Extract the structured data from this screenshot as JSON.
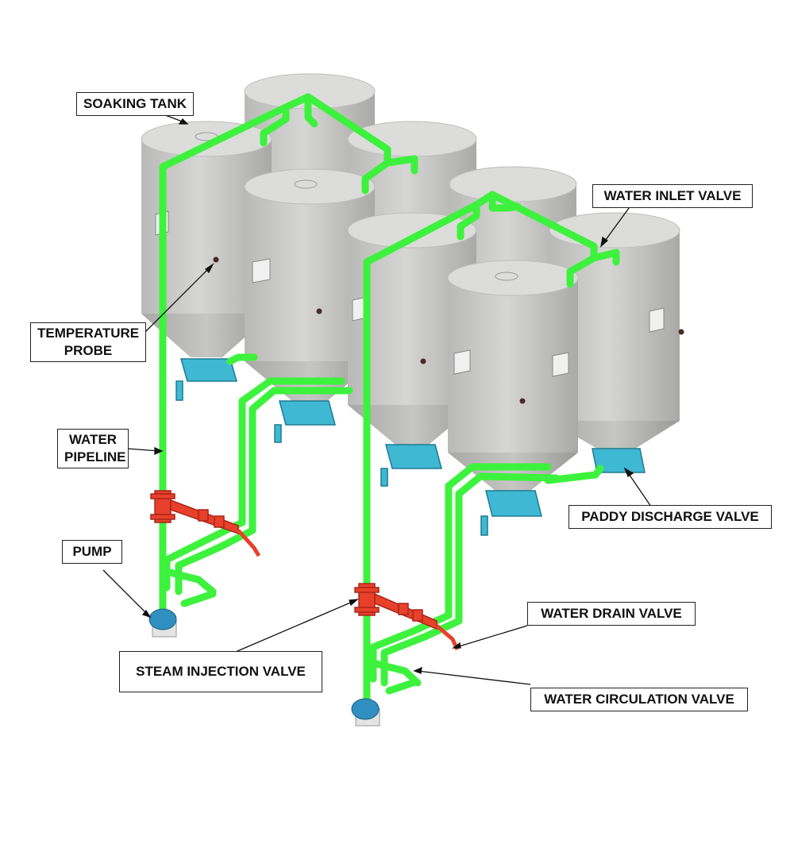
{
  "labels": {
    "soaking_tank": "SOAKING TANK",
    "water_inlet_valve": "WATER INLET VALVE",
    "temperature_probe_line1": "TEMPERATURE",
    "temperature_probe_line2": "PROBE",
    "water_pipeline_line1": "WATER",
    "water_pipeline_line2": "PIPELINE",
    "paddy_discharge_valve": "PADDY DISCHARGE VALVE",
    "pump": "PUMP",
    "water_drain_valve": "WATER DRAIN VALVE",
    "steam_injection_valve": "STEAM INJECTION VALVE",
    "water_circulation_valve": "WATER CIRCULATION VALVE"
  },
  "colors": {
    "pipe_green": "#3df23d",
    "pipe_green_dark": "#22b822",
    "tank_body": "#c9c9c7",
    "tank_top": "#dcdcda",
    "valve_teal": "#3fb8d4",
    "steam_red": "#e8402a",
    "pump_blue": "#2f8fc0"
  }
}
